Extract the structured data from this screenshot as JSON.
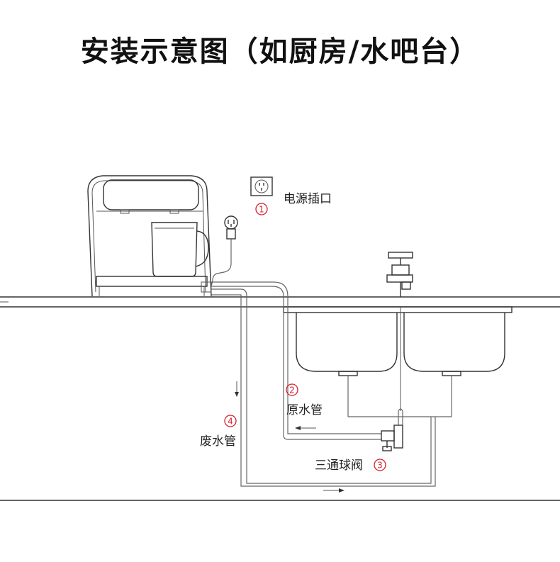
{
  "title": "安装示意图（如厨房/水吧台）",
  "labels": {
    "power_socket": "电源插口",
    "raw_water_pipe": "原水管",
    "tee_ball_valve": "三通球阀",
    "waste_water_pipe": "废水管"
  },
  "markers": {
    "m1": "1",
    "m2": "2",
    "m3": "3",
    "m4": "4"
  },
  "colors": {
    "marker": "#d4202a",
    "line": "#333333"
  }
}
